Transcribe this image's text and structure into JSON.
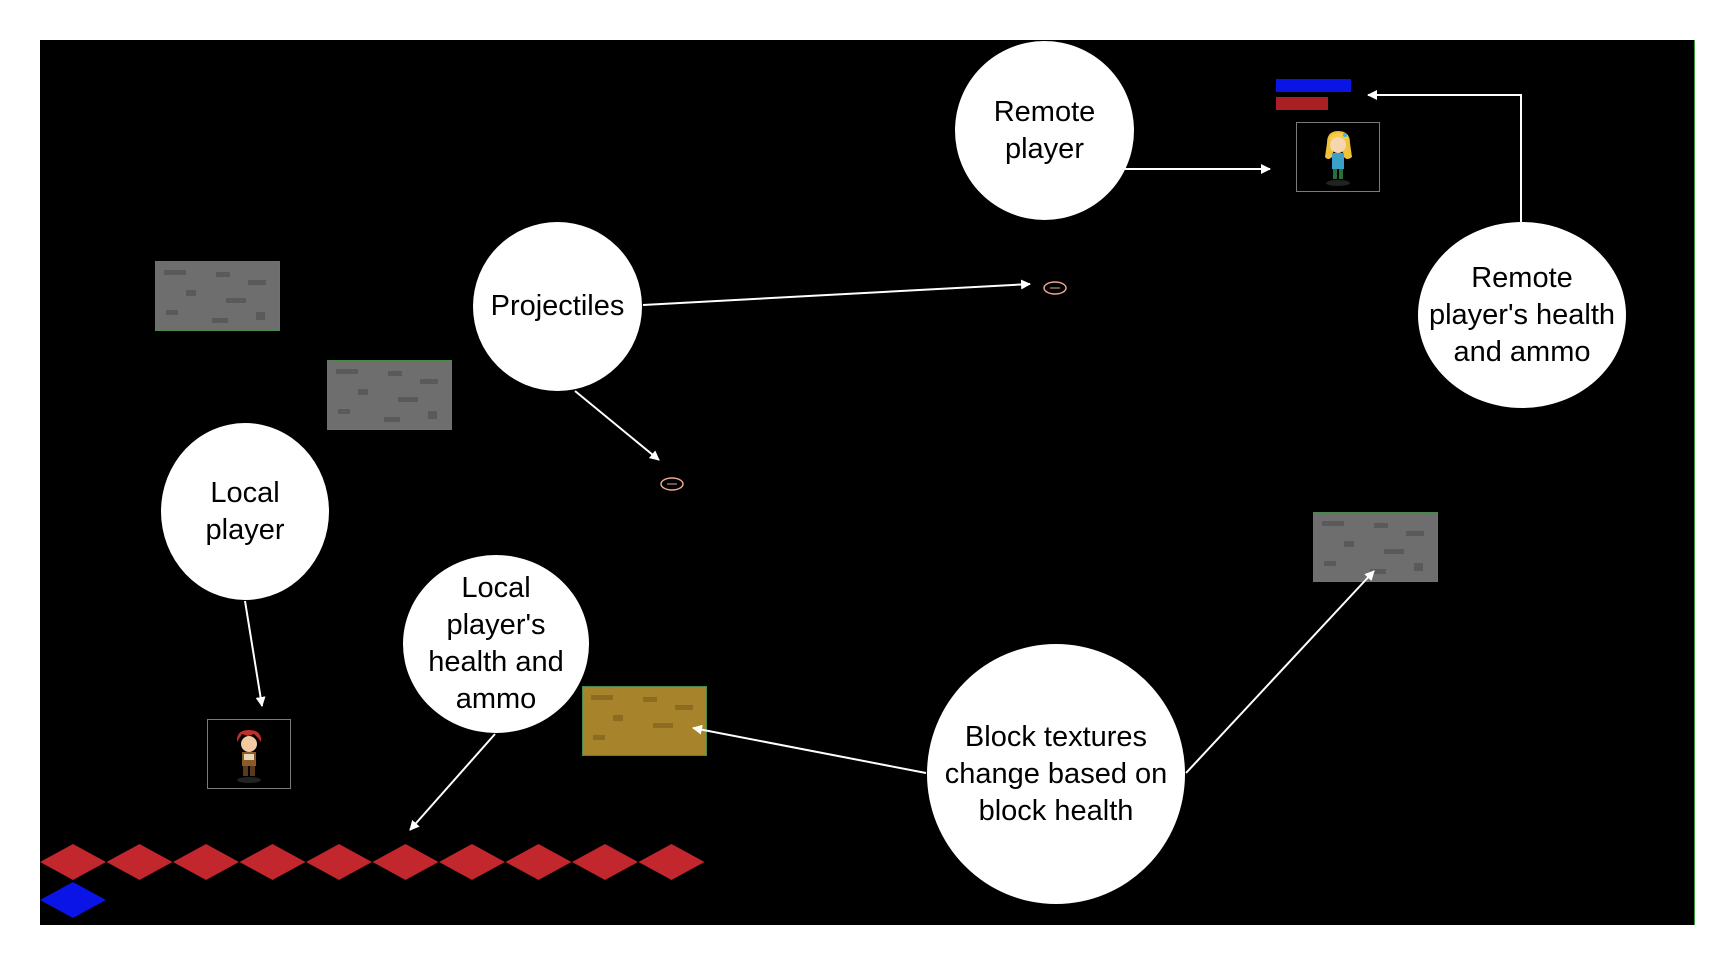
{
  "labels": {
    "remote_player": "Remote\nplayer",
    "projectiles": "Projectiles",
    "remote_health_ammo": "Remote\nplayer's health\nand ammo",
    "local_player": "Local\nplayer",
    "local_health_ammo": "Local\nplayer's\nhealth and\nammo",
    "block_textures": "Block textures\nchange based on\nblock health"
  },
  "hud": {
    "local_health_diamonds": 10,
    "local_ammo_diamonds": 1
  },
  "colors": {
    "background": "#000000",
    "health": "#c1272d",
    "ammo": "#0a14e6",
    "remote_ammo_bar": "#0a14e6",
    "remote_health_bar": "#a81f24",
    "projectile": "#e8a890"
  },
  "icons": {
    "local_player_sprite": "red-haired-hero",
    "remote_player_sprite": "blonde-hero"
  }
}
